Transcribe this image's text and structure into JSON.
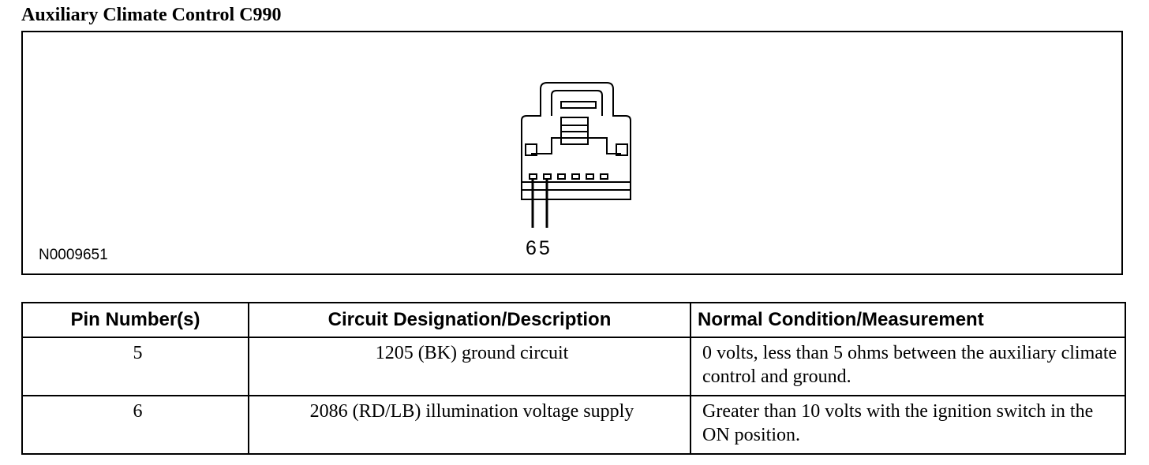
{
  "document": {
    "title": "Auxiliary Climate Control C990"
  },
  "figure": {
    "id": "N0009651",
    "pin_labels": [
      "6",
      "5"
    ]
  },
  "table": {
    "headers": [
      "Pin Number(s)",
      "Circuit Designation/Description",
      "Normal Condition/Measurement"
    ],
    "rows": [
      {
        "pin": "5",
        "circuit": "1205 (BK) ground circuit",
        "measurement": "0 volts, less than 5 ohms between the auxiliary climate control and ground."
      },
      {
        "pin": "6",
        "circuit": "2086 (RD/LB) illumination voltage supply",
        "measurement": "Greater than 10 volts with the ignition switch in the ON position."
      }
    ]
  }
}
